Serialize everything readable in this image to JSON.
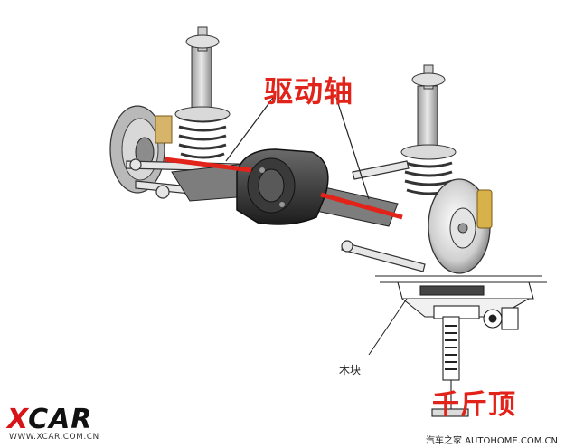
{
  "labels": {
    "drive_shaft": "驱动轴",
    "jack": "千斤顶",
    "wood_block": "木块"
  },
  "branding": {
    "logo_text": "XCAR",
    "logo_url": "WWW.XCAR.COM.CN",
    "watermark": "汽车之家 AUTOHOME.COM.CN"
  },
  "colors": {
    "highlight": "#e2231a",
    "line": "#333333"
  }
}
